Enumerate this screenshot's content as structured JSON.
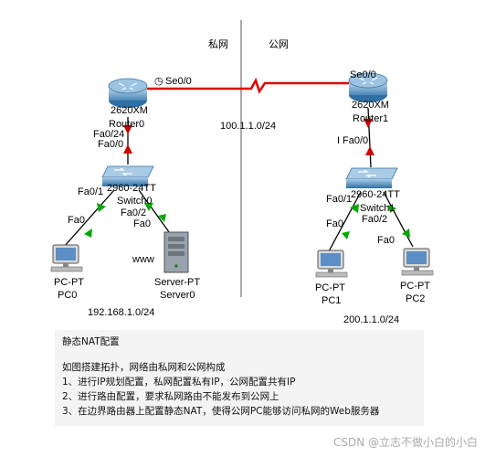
{
  "zones": {
    "private": "私网",
    "public": "公网"
  },
  "devices": {
    "router0": {
      "model": "2620XM",
      "name": "Router0"
    },
    "router1": {
      "model": "2620XM",
      "name": "Router1"
    },
    "switch0": {
      "model": "2960-24TT",
      "name": "Switch0"
    },
    "switch1": {
      "model": "2960-24TT",
      "name": "Switch1"
    },
    "pc0": {
      "type": "PC-PT",
      "name": "PC0"
    },
    "pc1": {
      "type": "PC-PT",
      "name": "PC1"
    },
    "pc2": {
      "type": "PC-PT",
      "name": "PC2"
    },
    "server0": {
      "type": "Server-PT",
      "name": "Server0"
    }
  },
  "ports": {
    "r0_se": "Se0/0",
    "r1_se": "Se0/0",
    "r0_fa": "Fa0/24",
    "sw0_up": "Fa0/0",
    "sw0_fa1": "Fa0/1",
    "sw0_fa2": "Fa0/2",
    "pc0_fa": "Fa0",
    "srv_fa": "Fa0",
    "r1_fa": "Fa0/0",
    "sw1_fa1": "Fa0/1",
    "sw1_fa2": "Fa0/2",
    "pc1_fa": "Fa0",
    "pc2_fa": "Fa0"
  },
  "networks": {
    "wan": "100.1.1.0/24",
    "private_lan": "192.168.1.0/24",
    "public_lan": "200.1.1.0/24"
  },
  "server_label": "www",
  "notes": {
    "title": "静态NAT配置",
    "intro": "如图搭建拓扑，网络由私网和公网构成",
    "steps": [
      "1、进行IP规划配置，私网配置私有IP，公网配置共有IP",
      "2、进行路由配置，要求私网路由不能发布到公网上",
      "3、在边界路由器上配置静态NAT，使得公网PC能够访问私网的Web服务器"
    ]
  },
  "watermark": "CSDN @立志不做小白的小白",
  "colors": {
    "serial_link": "#ff0000",
    "link_up": "#00aa00",
    "link_blocked": "#cc0000",
    "router": "#5a9bc4",
    "switch": "#4a86b8"
  }
}
